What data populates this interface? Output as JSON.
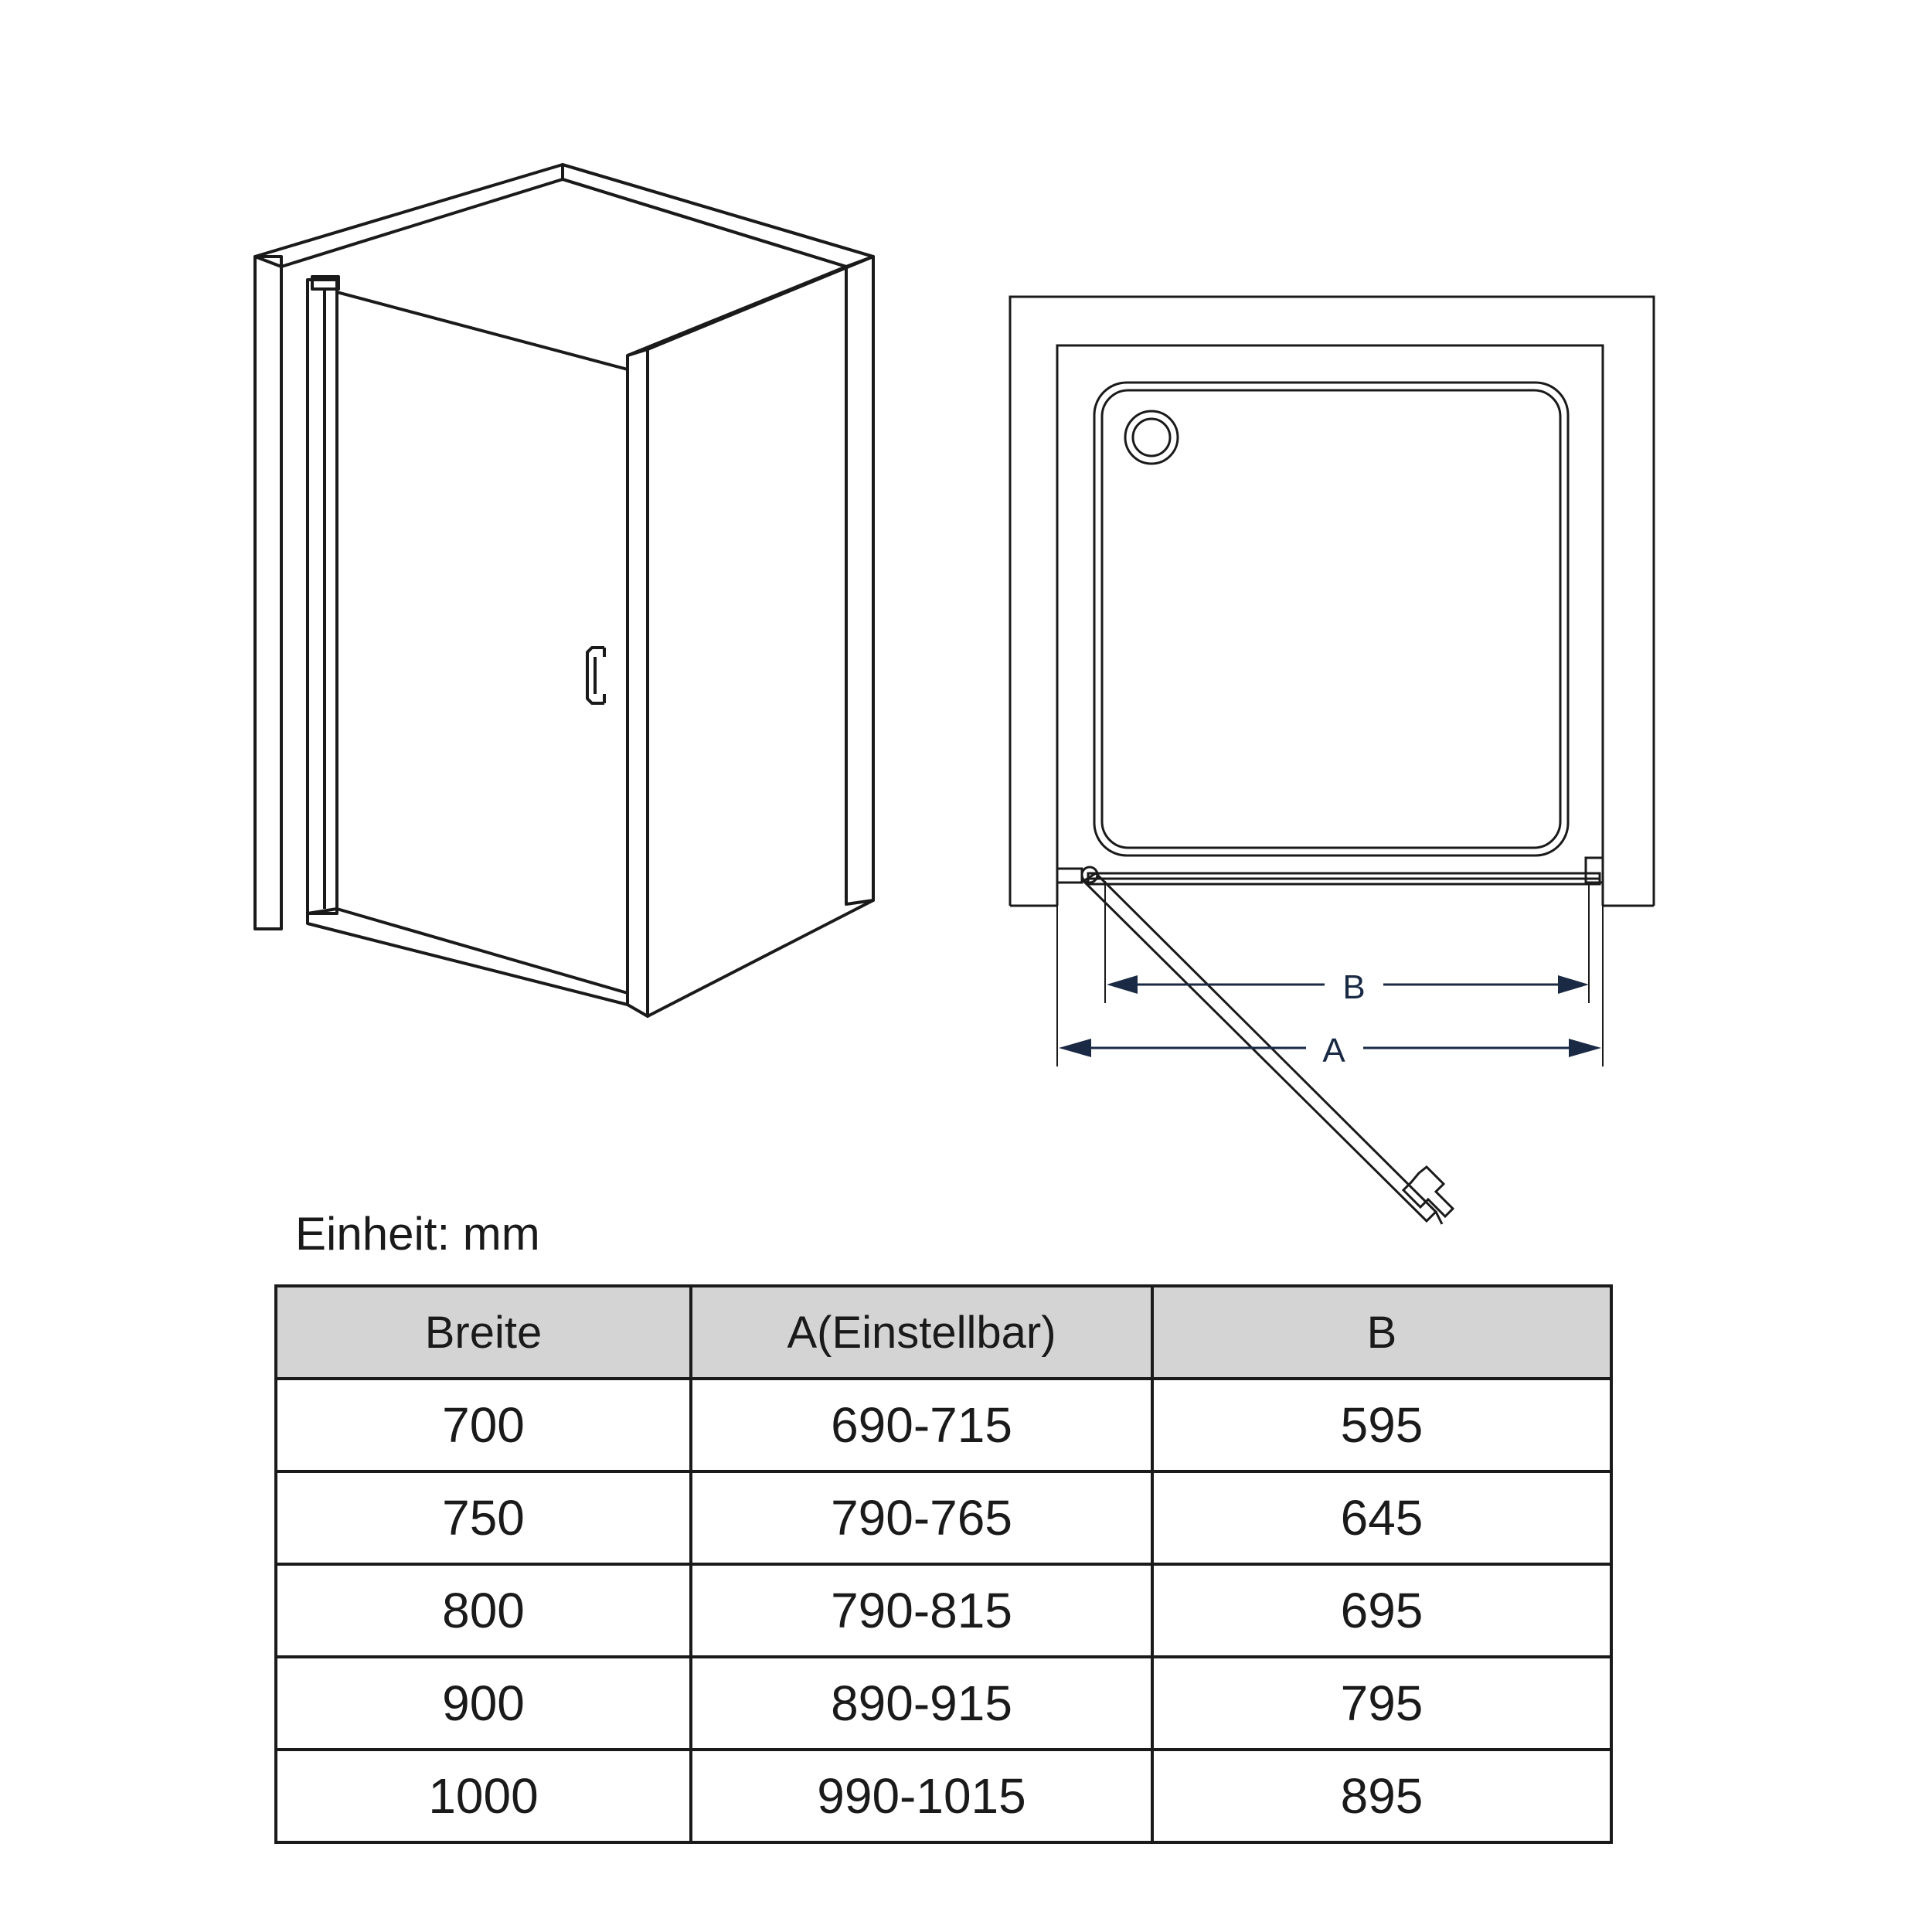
{
  "unit_label": "Einheit: mm",
  "dimensions": {
    "label_b": "B",
    "label_a": "A"
  },
  "table": {
    "headers": [
      "Breite",
      "A(Einstellbar)",
      "B"
    ],
    "rows": [
      [
        "700",
        "690-715",
        "595"
      ],
      [
        "750",
        "790-765",
        "645"
      ],
      [
        "800",
        "790-815",
        "695"
      ],
      [
        "900",
        "890-915",
        "795"
      ],
      [
        "1000",
        "990-1015",
        "895"
      ]
    ]
  },
  "colors": {
    "line": "#1a1a1a",
    "dimension": "#1a2a44",
    "header_bg": "#d4d4d4"
  }
}
